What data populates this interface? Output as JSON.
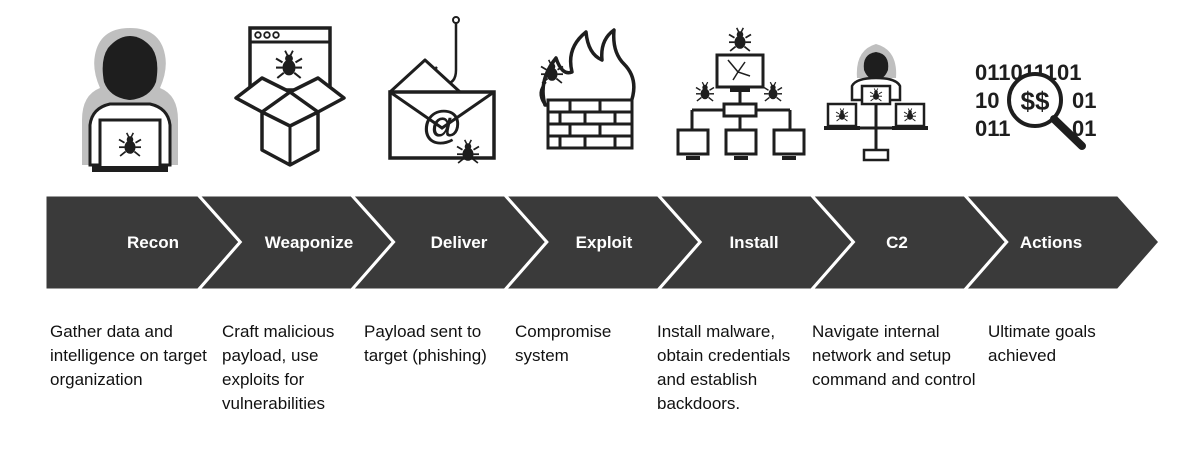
{
  "colors": {
    "chevron": "#3a3a3a",
    "label_text": "#ffffff",
    "desc_text": "#111111",
    "icon": "#1e1e1e"
  },
  "stages": [
    {
      "label": "Recon",
      "icon": "hooded-hacker-laptop-icon",
      "description": "Gather data and intelligence on target organization"
    },
    {
      "label": "Weaponize",
      "icon": "open-box-browser-bug-icon",
      "description": "Craft malicious payload, use exploits for vulnerabilities"
    },
    {
      "label": "Deliver",
      "icon": "phishing-email-hook-icon",
      "description": "Payload sent to target (phishing)"
    },
    {
      "label": "Exploit",
      "icon": "firewall-fire-bug-icon",
      "description": "Compromise system"
    },
    {
      "label": "Install",
      "icon": "infected-network-icon",
      "description": "Install malware, obtain credentials and establish backdoors."
    },
    {
      "label": "C2",
      "icon": "hacker-command-control-icon",
      "description": "Navigate internal network and setup command and control"
    },
    {
      "label": "Actions",
      "icon": "binary-dollar-magnifier-icon",
      "description": "Ultimate goals achieved"
    }
  ],
  "binary_text": {
    "line1": "011011101",
    "line2a": "10",
    "line2b": "01",
    "line3a": "011",
    "line3b": "01",
    "money": "$$"
  }
}
